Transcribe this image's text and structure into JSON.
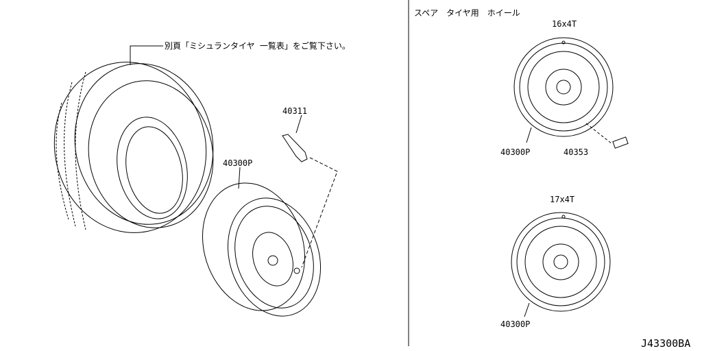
{
  "left_note": "別頁「ミシュランタイヤ 一覧表」をご覧下さい。",
  "right_title": "スペア　タイヤ用　ホイール",
  "parts": {
    "valve": "40311",
    "wheel_left": "40300P",
    "wheel_16": "40300P",
    "weight": "40353",
    "wheel_17": "40300P"
  },
  "sizes": {
    "upper": "16x4T",
    "lower": "17x4T"
  },
  "diagram_id": "J43300BA"
}
